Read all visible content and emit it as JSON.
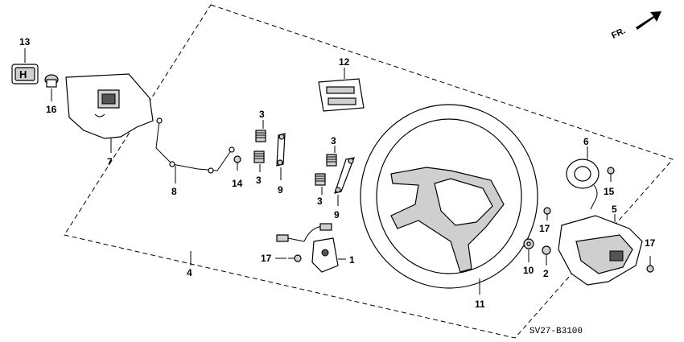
{
  "diagram": {
    "code": "SV27-B3100",
    "direction_label": "FR.",
    "callouts": {
      "c1": "1",
      "c2": "2",
      "c3a": "3",
      "c3b": "3",
      "c3c": "3",
      "c3d": "3",
      "c4": "4",
      "c5": "5",
      "c6": "6",
      "c7": "7",
      "c8": "8",
      "c9a": "9",
      "c9b": "9",
      "c10": "10",
      "c11": "11",
      "c12": "12",
      "c13": "13",
      "c14": "14",
      "c15": "15",
      "c16": "16",
      "c17a": "17",
      "c17b": "17",
      "c17c": "17"
    }
  }
}
